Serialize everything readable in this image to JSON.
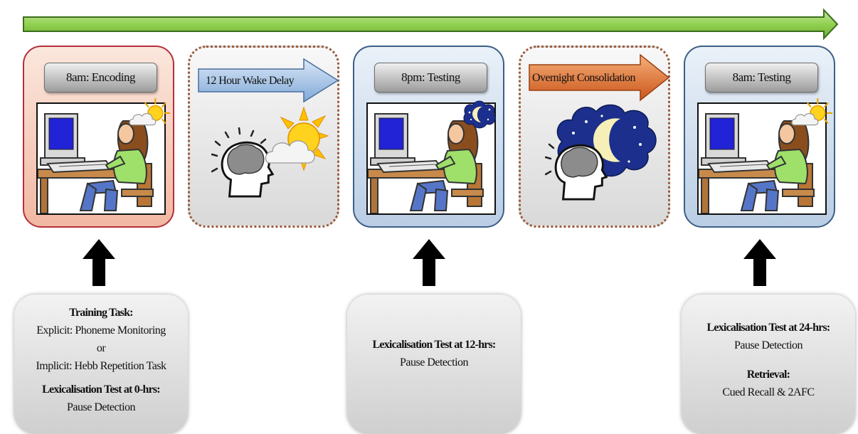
{
  "timeline": {
    "stages": [
      {
        "label": "8am: Encoding",
        "icon": "sun-cloud-icon"
      },
      {
        "label": "12 Hour Wake Delay",
        "icon": "head-sun-icon"
      },
      {
        "label": "8pm: Testing",
        "icon": "moon-stars-icon"
      },
      {
        "label": "Overnight Consolidation",
        "icon": "head-night-icon"
      },
      {
        "label": "8am: Testing",
        "icon": "sun-cloud-icon"
      }
    ]
  },
  "tasks": {
    "left": {
      "heading": "Training Task:",
      "line1": "Explicit: Phoneme Monitoring",
      "line2": "or",
      "line3": "Implicit: Hebb Repetition Task",
      "test_heading": "Lexicalisation Test at 0-hrs:",
      "test_line": "Pause Detection"
    },
    "middle": {
      "test_heading": "Lexicalisation Test at 12-hrs:",
      "test_line": "Pause Detection"
    },
    "right": {
      "test_heading": "Lexicalisation Test at 24-hrs:",
      "test_line": "Pause Detection",
      "retrieval_heading": "Retrieval:",
      "retrieval_line": "Cued Recall & 2AFC"
    }
  },
  "colors": {
    "timeline_arrow": "#92d050",
    "wake_arrow": "#8db4e2",
    "overnight_arrow": "#e46c0a",
    "encoding_border": "#b5303a",
    "testing_border": "#3d5f86"
  }
}
